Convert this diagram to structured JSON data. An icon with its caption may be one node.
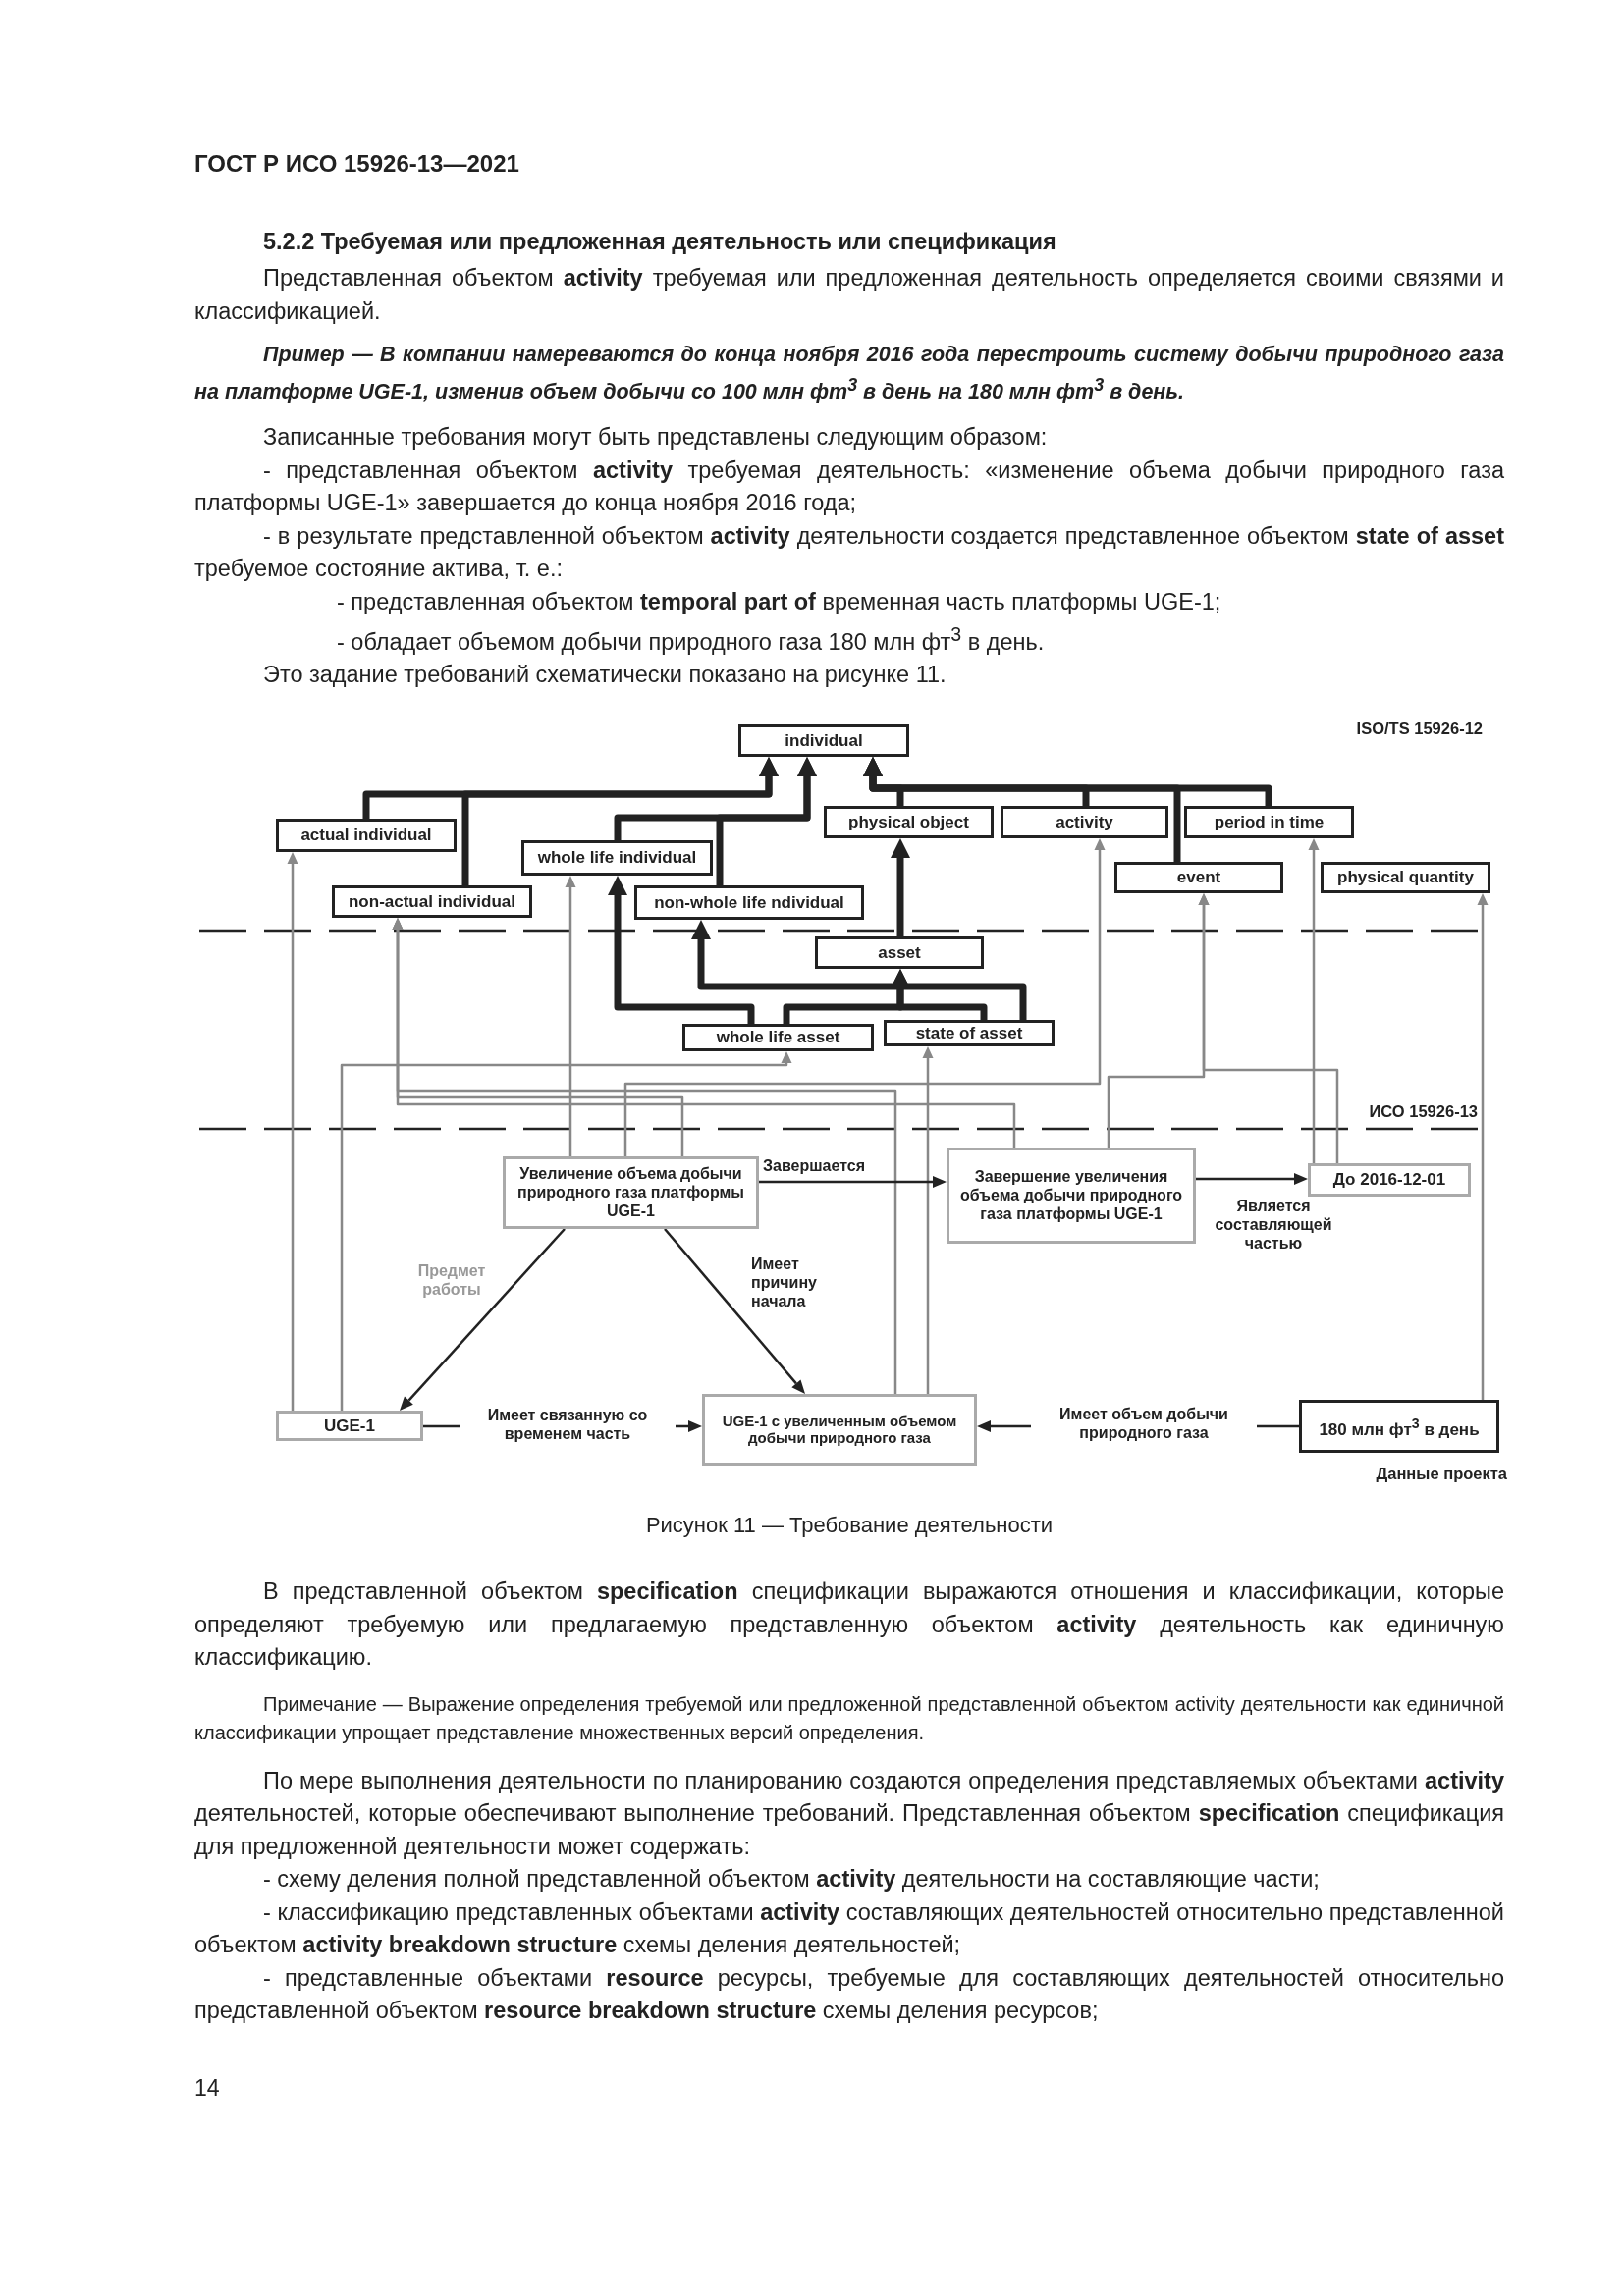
{
  "diagram": {
    "title": "5.2.2 Требуемая или предложенная деятельность или спецификация",
    "caption": "Рисунок 11 — Требование деятельности",
    "nodes": [
      {
        "text": [
          "individual"
        ]
      },
      {
        "text": [
          "actual individual"
        ]
      },
      {
        "text": [
          "non-actual individual"
        ]
      },
      {
        "text": [
          "whole life individual"
        ]
      },
      {
        "text": [
          "non-whole life ndividual"
        ]
      },
      {
        "text": [
          "physical object"
        ]
      },
      {
        "text": [
          "activity"
        ]
      },
      {
        "text": [
          "period in time"
        ]
      },
      {
        "text": [
          "event"
        ]
      },
      {
        "text": [
          "physical quantity"
        ]
      },
      {
        "text": [
          "asset"
        ]
      },
      {
        "text": [
          "whole life asset"
        ]
      },
      {
        "text": [
          "state of asset"
        ]
      },
      {
        "text": [
          "Увеличение объема добычи природного газа платформы UGE-1"
        ]
      },
      {
        "text": [
          "Завершение увеличения объема добычи природного газа платформы UGE-1"
        ]
      },
      {
        "text": [
          "До 2016-12-01"
        ]
      },
      {
        "text": [
          "UGE-1"
        ]
      },
      {
        "text": [
          "UGE-1 с увеличенным объемом добычи природного газа"
        ]
      },
      {
        "text": [
          "180 млн фт$^{3}$ в день"
        ]
      }
    ],
    "edges": [
      {
        "from": 1,
        "to": 0,
        "arrow": "to",
        "style": "thick"
      },
      {
        "from": 2,
        "to": 0,
        "arrow": "to",
        "style": "thick"
      },
      {
        "from": 3,
        "to": 0,
        "arrow": "to",
        "style": "thick"
      },
      {
        "from": 4,
        "to": 0,
        "arrow": "to",
        "style": "thick"
      },
      {
        "from": 5,
        "to": 0,
        "arrow": "to",
        "style": "thick"
      },
      {
        "from": 6,
        "to": 0,
        "arrow": "to",
        "style": "thick"
      },
      {
        "from": 8,
        "to": 0,
        "arrow": "to",
        "style": "thick"
      },
      {
        "from": 7,
        "to": 0,
        "arrow": "to",
        "style": "thick"
      },
      {
        "from": 10,
        "to": 5,
        "arrow": "to",
        "style": "thick"
      },
      {
        "from": 11,
        "to": 3,
        "arrow": "to",
        "style": "thick"
      },
      {
        "from": 11,
        "to": 10,
        "arrow": "to",
        "style": "thick"
      },
      {
        "from": 12,
        "to": 10,
        "arrow": "to",
        "style": "thick"
      },
      {
        "from": 12,
        "to": 4,
        "arrow": "to",
        "style": "thick"
      },
      {
        "from": 16,
        "to": 1,
        "arrow": "to",
        "color": "#888888"
      },
      {
        "from": 16,
        "to": 11,
        "arrow": "to",
        "color": "#888888"
      },
      {
        "from": 13,
        "to": 3,
        "arrow": "to",
        "color": "#888888"
      },
      {
        "from": 13,
        "to": 6,
        "arrow": "to",
        "color": "#888888"
      },
      {
        "from": 13,
        "to": 2,
        "arrow": "to",
        "color": "#888888"
      },
      {
        "from": 17,
        "to": 2,
        "arrow": "to",
        "color": "#888888"
      },
      {
        "from": 17,
        "to": 12,
        "arrow": "to",
        "color": "#888888"
      },
      {
        "from": 14,
        "to": 8,
        "arrow": "to",
        "color": "#888888"
      },
      {
        "from": 14,
        "to": 2,
        "arrow": "to",
        "color": "#888888"
      },
      {
        "from": 15,
        "to": 7,
        "arrow": "to",
        "color": "#888888"
      },
      {
        "from": 15,
        "to": 8,
        "arrow": "to",
        "color": "#888888"
      },
      {
        "from": 18,
        "to": 9,
        "arrow": "to",
        "color": "#888888"
      },
      {
        "from": 13,
        "to": 14,
        "arrow": "to",
        "label": "Завершается"
      },
      {
        "from": 14,
        "to": 15,
        "arrow": "to",
        "label": "Является составляющей частью"
      },
      {
        "from": 13,
        "to": 16,
        "arrow": "to",
        "label": "Предмет работы"
      },
      {
        "from": 13,
        "to": 17,
        "arrow": "to",
        "label": "Имеет причину начала"
      },
      {
        "from": 16,
        "to": 17,
        "arrow": "to",
        "label": "Имеет связанную со временем часть"
      },
      {
        "from": 18,
        "to": 17,
        "arrow": "to",
        "label": "Имеет объем добычи природного газа"
      }
    ],
    "labels": [
      "ГОСТ Р ИСО 15926-13—2021",
      "Представленная объектом **activity** требуемая или предложенная деятельность определяется своими связями и классификацией.",
      "Пример — В компании намереваются до конца ноября 2016 года перестроить систему добычи природного газа на платформе UGE-1, изменив объем добычи со 100 млн фт$^{3}$ в день на 180 млн фт$^{3}$ в день.",
      "Записанные требования могут быть представлены следующим образом:",
      "- представленная объектом **activity** требуемая деятельность: «изменение объема добычи природного газа платформы UGE-1» завершается до конца ноября 2016 года;",
      "- в результате представленной объектом **activity** деятельности создается представленное объектом **state of asset** требуемое состояние актива, т. е.:",
      "- представленная объектом **temporal part of** временная часть платформы UGE-1;",
      "- обладает объемом добычи природного газа 180 млн фт$^{3}$ в день.",
      "Это задание требований схематически показано на рисунке 11.",
      "ISO/TS 15926-12",
      "ИСО 15926-13",
      "Данные проекта",
      "В представленной объектом **specification** спецификации выражаются отношения и классификации, которые определяют требуемую или предлагаемую представленную объектом **activity** деятельность как единичную классификацию.",
      "Примечание — Выражение определения требуемой или предложенной представленной объектом activity деятельности как единичной классификации упрощает представление множественных версий определения.",
      "По мере выполнения деятельности по планированию создаются определения представляемых объектами **activity** деятельностей, которые обеспечивают выполнение требований. Представленная объектом **specification** спецификация для предложенной деятельности может содержать:",
      "- схему деления полной представленной объектом **activity** деятельности на составляющие части;",
      "- классификацию представленных объектами **activity** составляющих деятельностей относительно представленной объектом **activity breakdown structure** схемы деления деятельностей;",
      "- представленные объектами **resource** ресурсы, требуемые для составляющих деятельностей относительно представленной объектом **resource breakdown structure** схемы деления ресурсов;",
      "14"
    ]
  }
}
